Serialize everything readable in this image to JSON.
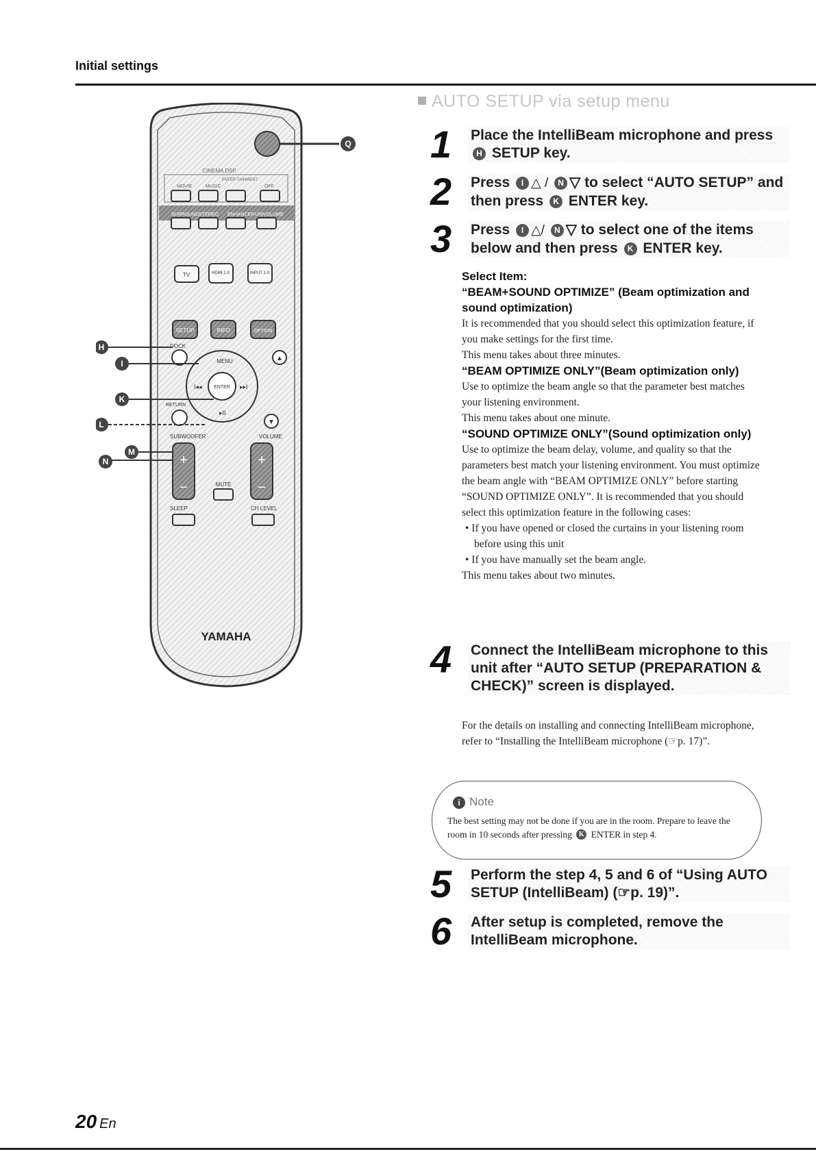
{
  "header": {
    "section_label": "Initial settings"
  },
  "remote": {
    "brand": "YAMAHA",
    "top_labels": {
      "cinema_dsp": "CINEMA DSP",
      "enter_tainment": "ENTER-TAINMENT",
      "movie": "MOVIE",
      "music": "MUSIC",
      "off": "OFF"
    },
    "row2": [
      "SURROUND",
      "STEREO",
      "ENHANCER",
      "UNIVOLUME"
    ],
    "inputs": [
      "TV",
      "HDMI 1-3",
      "INPUT 1-3"
    ],
    "func": [
      "SETUP",
      "INFO",
      "OPTION"
    ],
    "dock": "DOCK",
    "menu": "MENU",
    "enter": "ENTER",
    "return": "RETURN",
    "subwoofer": "SUBWOOFER",
    "volume": "VOLUME",
    "mute": "MUTE",
    "sleep": "SLEEP",
    "ch_level": "CH LEVEL",
    "plus": "+",
    "minus": "−",
    "callouts": [
      "H",
      "I",
      "K",
      "L",
      "M",
      "N",
      "Q"
    ]
  },
  "section": {
    "heading": "AUTO SETUP via setup menu"
  },
  "steps": {
    "s1": {
      "num": "1",
      "a": "Place the IntelliBeam microphone and press",
      "key": "H",
      "b": "SETUP key."
    },
    "s2": {
      "num": "2",
      "a": "Press",
      "k1": "I",
      "t1": "△ /",
      "k2": "N",
      "t2": "▽ to select “AUTO SETUP” and then press",
      "k3": "K",
      "b": "ENTER key."
    },
    "s3": {
      "num": "3",
      "a": "Press",
      "k1": "I",
      "t1": "△/",
      "k2": "N",
      "t2": "▽ to select one of the items below and then press",
      "k3": "K",
      "b": "ENTER key."
    },
    "s4": {
      "num": "4",
      "text": "Connect the IntelliBeam microphone to this unit after “AUTO SETUP (PREPARATION & CHECK)” screen is displayed."
    },
    "s5": {
      "num": "5",
      "text": "Perform the step 4, 5 and 6 of “Using AUTO SETUP (IntelliBeam) (☞p. 19)”."
    },
    "s6": {
      "num": "6",
      "text": "After setup is completed, remove the IntelliBeam microphone."
    }
  },
  "items": {
    "select_item": "Select Item:",
    "beam_sound_title": "“BEAM+SOUND OPTIMIZE” (Beam optimization and sound optimization)",
    "beam_sound_p1": "It is recommended that you should select this optimization feature, if you make settings for the first time.",
    "beam_sound_p2": "This menu takes about three minutes.",
    "beam_only_title": "“BEAM OPTIMIZE ONLY”(Beam optimization only)",
    "beam_only_p1": "Use to optimize the beam angle so that the parameter best matches your listening environment.",
    "beam_only_p2": "This menu takes about one minute.",
    "sound_only_title": "“SOUND OPTIMIZE ONLY”(Sound optimization only)",
    "sound_only_p1": "Use to optimize the beam delay, volume, and quality so that the parameters best match your listening environment. You must optimize the beam angle with “BEAM OPTIMIZE ONLY” before starting “SOUND OPTIMIZE ONLY”. It is recommended that you should select this optimization feature in the following cases:",
    "bullet1": "• If you have opened or closed the curtains in your listening room before using this unit",
    "bullet2": "• If you have manually set the beam angle.",
    "sound_only_p2": "This menu takes about two minutes."
  },
  "step4_detail": "For the details on installing and connecting IntelliBeam microphone, refer to “Installing the IntelliBeam microphone (☞p. 17)”.",
  "note": {
    "title": "Note",
    "icon": "i",
    "text_a": "The best setting may not be done if you are in the room. Prepare to leave the room in 10 seconds after pressing",
    "key": "K",
    "text_b": "ENTER in step 4."
  },
  "footer": {
    "page_number": "20",
    "lang": "En"
  }
}
